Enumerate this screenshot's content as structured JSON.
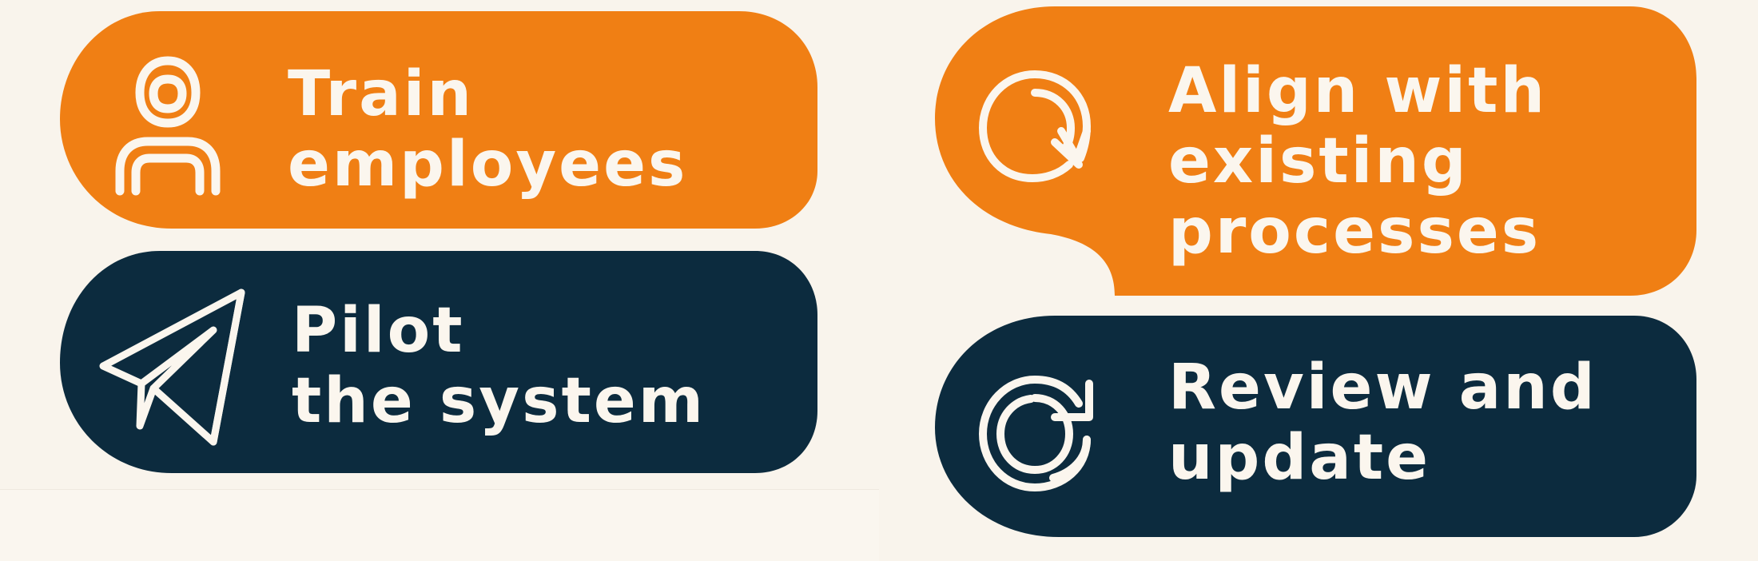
{
  "colors": {
    "background": "#f9f4ec",
    "orange": "#f07f14",
    "navy": "#0c2b3e",
    "text": "#fbf6ee"
  },
  "cards": [
    {
      "id": "train",
      "icon": "user-icon",
      "color": "orange",
      "lines": [
        "Train",
        "employees"
      ]
    },
    {
      "id": "pilot",
      "icon": "paper-plane-icon",
      "color": "navy",
      "lines": [
        "Pilot",
        "the system"
      ]
    },
    {
      "id": "align",
      "icon": "circular-arrow-icon",
      "color": "orange",
      "lines": [
        "Align with",
        "existing",
        "processes"
      ]
    },
    {
      "id": "review",
      "icon": "refresh-icon",
      "color": "navy",
      "lines": [
        "Review and",
        "update"
      ]
    }
  ]
}
